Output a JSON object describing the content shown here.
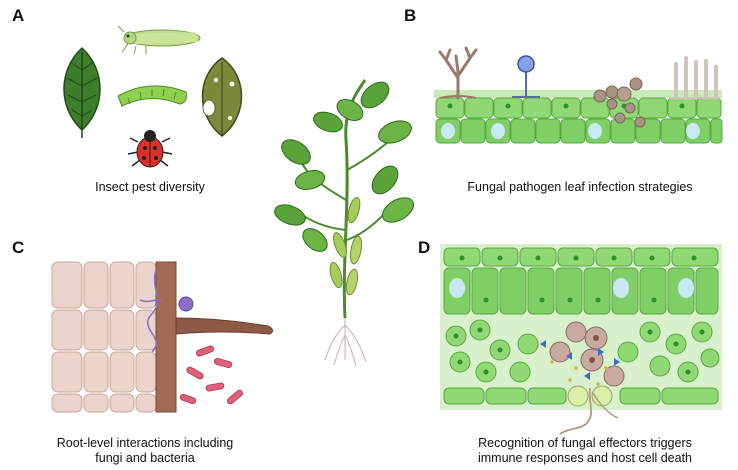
{
  "panels": {
    "a": {
      "letter": "A",
      "caption": "Insect pest diversity"
    },
    "b": {
      "letter": "B",
      "caption": "Fungal pathogen leaf infection strategies"
    },
    "c": {
      "letter": "C",
      "caption_line1": "Root-level interactions including",
      "caption_line2": "fungi and bacteria"
    },
    "d": {
      "letter": "D",
      "caption_line1": "Recognition of fungal effectors triggers",
      "caption_line2": "immune responses and host cell death"
    }
  },
  "colors": {
    "leaf_green": "#3f8a2e",
    "cell_green": "#7fd36a",
    "fungus_brown": "#9a7b6a",
    "root_cell": "#e8d2c8",
    "bacteria_pink": "#e0607a",
    "effector_blue": "#3b6fc9"
  }
}
